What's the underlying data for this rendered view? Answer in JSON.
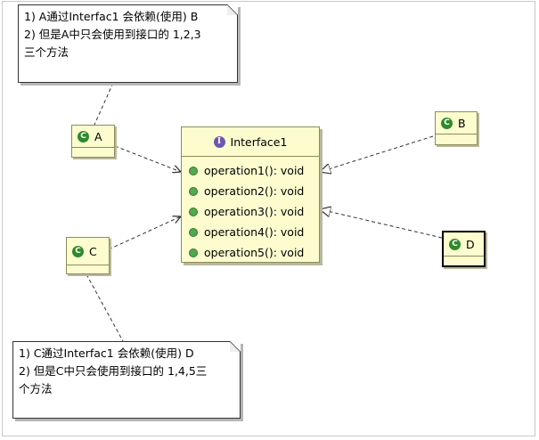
{
  "note_a": {
    "lines": [
      "1) A通过Interfac1 会依赖(使用) B",
      "2) 但是A中只会使用到接口的 1,2,3",
      "三个方法"
    ]
  },
  "note_c": {
    "lines": [
      "1) C通过Interfac1 会依赖(使用) D",
      "2) 但是C中只会使用到接口的 1,4,5三",
      "个方法"
    ]
  },
  "classes": {
    "a": {
      "name": "A",
      "icon": "class-icon"
    },
    "b": {
      "name": "B",
      "icon": "class-icon"
    },
    "c": {
      "name": "C",
      "icon": "class-icon"
    },
    "d": {
      "name": "D",
      "icon": "class-icon"
    }
  },
  "interface": {
    "name": "Interface1",
    "icon": "interface-icon",
    "operations": [
      "operation1(): void",
      "operation2(): void",
      "operation3(): void",
      "operation4(): void",
      "operation5(): void"
    ]
  },
  "colors": {
    "class_fill": "#fdfccf",
    "class_border": "#8c8c5a",
    "class_icon": "#2f8a2a",
    "interface_icon": "#6b57b3"
  }
}
